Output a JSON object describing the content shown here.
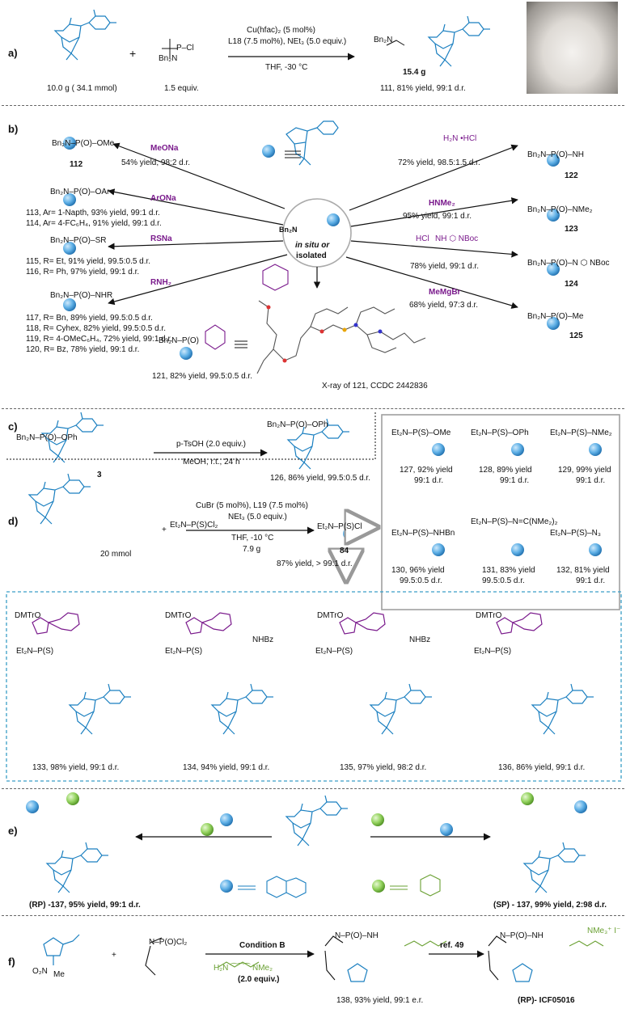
{
  "sections": {
    "a": "a)",
    "b": "b)",
    "c": "c)",
    "d": "d)",
    "e": "e)",
    "f": "f)"
  },
  "colors": {
    "accent_blue": "#1a7fc0",
    "accent_purple": "#7a1a8c",
    "accent_green": "#6aa033",
    "ball_blue": "#4aa3df",
    "ball_green": "#8fce5a"
  },
  "a": {
    "sm_amount": "10.0 g ( 34.1 mmol)",
    "reagent": "Bn₂N",
    "reagent_equiv": "1.5 equiv.",
    "cond1": "Cu(hfac)₂ (5 mol%)",
    "cond2": "L18 (7.5 mol%), NEt₃ (5.0 equiv.)",
    "cond3": "THF, -30 °C",
    "mass": "15.4 g",
    "product": "111, 81% yield, 99:1 d.r."
  },
  "b": {
    "center_line1": "in situ or",
    "center_line2": "isolated",
    "arrows": [
      {
        "reagent": "MeONa",
        "result": "54% yield, 98:2 d.r."
      },
      {
        "reagent": "ArONa",
        "result": ""
      },
      {
        "reagent": "RSNa",
        "result": ""
      },
      {
        "reagent": "RNH₂",
        "result": ""
      },
      {
        "reagent": "H₂N •HCl",
        "result": "72% yield, 98.5:1.5 d.r."
      },
      {
        "reagent": "HNMe₂",
        "result": "95% yield, 99:1 d.r."
      },
      {
        "reagent": "HCl",
        "result": "78% yield, 99:1 d.r."
      },
      {
        "reagent": "MeMgBr",
        "result": "68% yield, 97:3 d.r."
      }
    ],
    "products_left": [
      "112",
      "113, Ar= 1-Napth,  93% yield, 99:1 d.r.",
      "114, Ar= 4-FC₆H₄, 91% yield, 99:1 d.r.",
      "115, R= Et, 91% yield,  99.5:0.5 d.r.",
      "116, R= Ph, 97% yield, 99:1 d.r.",
      "117, R= Bn, 89% yield, 99.5:0.5 d.r.",
      "118, R= Cyhex, 82% yield,  99.5:0.5 d.r.",
      "119, R= 4-OMeC₆H₄, 72% yield, 99:1 d.r.",
      "120, R= Bz, 78% yield, 99:1 d.r."
    ],
    "products_right": [
      "122",
      "123",
      "124",
      "125"
    ],
    "p121": "121, 82% yield,  99.5:0.5 d.r.",
    "xray": "X-ray of 121, CCDC 2442836"
  },
  "c": {
    "sm_label": "3",
    "cond1": "p-TsOH (2.0 equiv.)",
    "cond2": "MeOH, r.t., 24 h",
    "product": "126, 86% yield,  99.5:0.5 d.r."
  },
  "d": {
    "amount": "20 mmol",
    "cond1": "CuBr (5 mol%), L19 (7.5 mol%)",
    "cond2": "NEt₃ (5.0 equiv.)",
    "cond3": "THF, -10 °C",
    "cond4": "7.9 g",
    "product_label": "84",
    "product": "87% yield, > 99:1 d.r."
  },
  "box": [
    {
      "label": "127, 92% yield",
      "dr": "99:1 d.r."
    },
    {
      "label": "128, 89% yield",
      "dr": "99:1 d.r."
    },
    {
      "label": "129, 99% yield",
      "dr": "99:1 d.r."
    },
    {
      "label": "130, 96% yield",
      "dr": "99.5:0.5 d.r."
    },
    {
      "label": "131, 83% yield",
      "dr": "99.5:0.5 d.r."
    },
    {
      "label": "132, 81% yield",
      "dr": "99:1 d.r."
    }
  ],
  "dinucleotides": [
    "133, 98% yield, 99:1 d.r.",
    "134, 94% yield, 99:1 d.r.",
    "135, 97% yield, 98:2 d.r.",
    "136, 86% yield, 99:1 d.r."
  ],
  "e": {
    "left_product": "(RP) -137, 95% yield, 99:1 d.r.",
    "right_product": "(SP) - 137, 99% yield, 2:98 d.r."
  },
  "f": {
    "cond_title": "Condition B",
    "cond_equiv": "(2.0 equiv.)",
    "ref": "ref. 49",
    "product": "138, 93% yield, 99:1 e.r.",
    "final": "(RP)- ICF05016"
  }
}
